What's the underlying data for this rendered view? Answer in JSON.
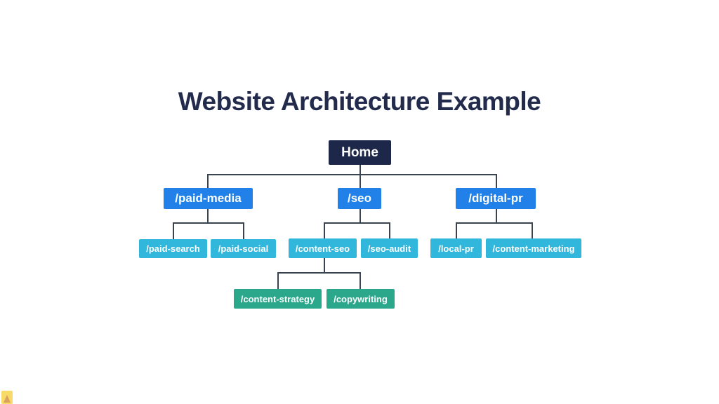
{
  "title": "Website Architecture Example",
  "diagram": {
    "type": "tree",
    "nodes": {
      "home": {
        "label": "Home",
        "level": 0
      },
      "paid_media": {
        "label": "/paid-media",
        "level": 1
      },
      "seo": {
        "label": "/seo",
        "level": 1
      },
      "digital_pr": {
        "label": "/digital-pr",
        "level": 1
      },
      "paid_search": {
        "label": "/paid-search",
        "level": 2
      },
      "paid_social": {
        "label": "/paid-social",
        "level": 2
      },
      "content_seo": {
        "label": "/content-seo",
        "level": 2
      },
      "seo_audit": {
        "label": "/seo-audit",
        "level": 2
      },
      "local_pr": {
        "label": "/local-pr",
        "level": 2
      },
      "content_marketing": {
        "label": "/content-marketing",
        "level": 2
      },
      "content_strategy": {
        "label": "/content-strategy",
        "level": 3
      },
      "copywriting": {
        "label": "/copywriting",
        "level": 3
      }
    },
    "edges": [
      [
        "Home",
        "/paid-media"
      ],
      [
        "Home",
        "/seo"
      ],
      [
        "Home",
        "/digital-pr"
      ],
      [
        "/paid-media",
        "/paid-search"
      ],
      [
        "/paid-media",
        "/paid-social"
      ],
      [
        "/seo",
        "/content-seo"
      ],
      [
        "/seo",
        "/seo-audit"
      ],
      [
        "/digital-pr",
        "/local-pr"
      ],
      [
        "/digital-pr",
        "/content-marketing"
      ],
      [
        "/content-seo",
        "/content-strategy"
      ],
      [
        "/content-seo",
        "/copywriting"
      ]
    ]
  },
  "colors": {
    "background": "#ffffff",
    "title_text": "#232b4c",
    "home_box": "#1d2749",
    "level2_box": "#2181e8",
    "level3_box": "#31b7dc",
    "level4_box": "#2ba88c",
    "connector": "#3a4350",
    "node_text": "#ffffff",
    "watermark_yellow": "#f7da68"
  }
}
